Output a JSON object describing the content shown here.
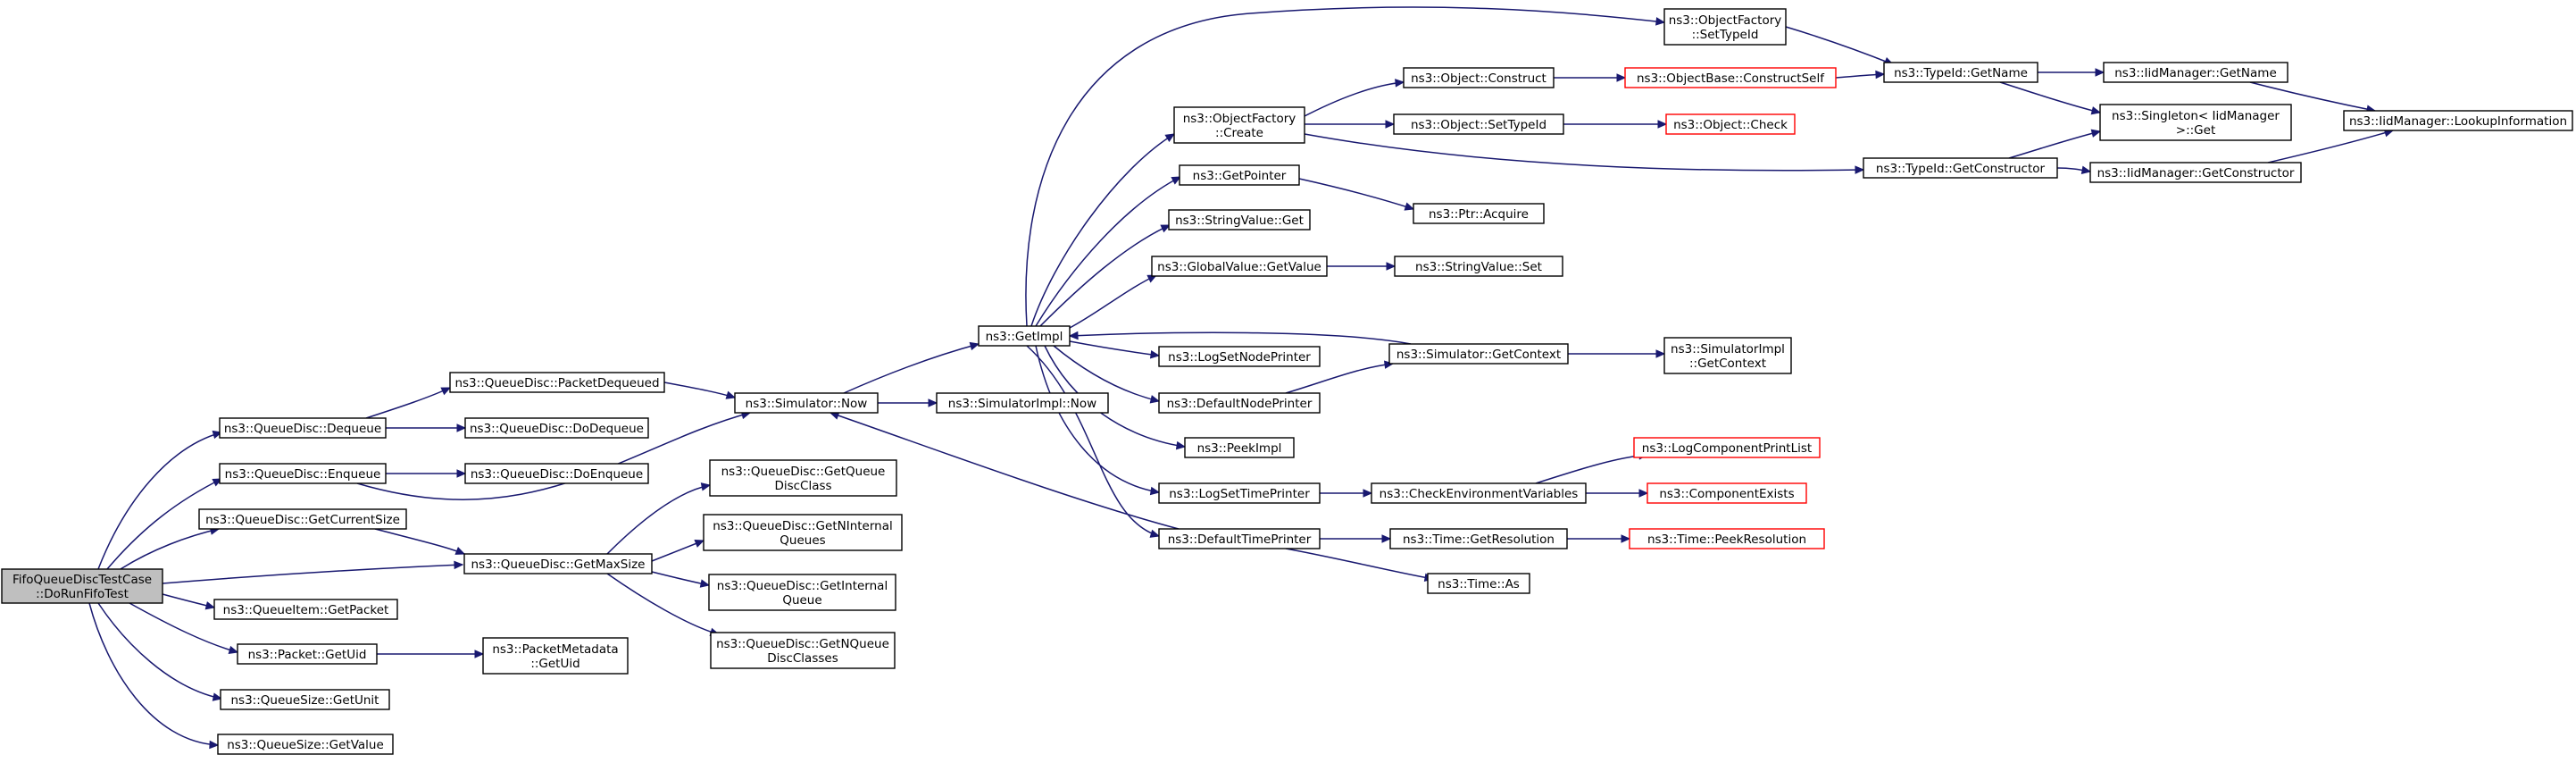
{
  "diagram": {
    "colors": {
      "edge": "#191970",
      "node_border": "#000000",
      "missing_border": "#ff0000",
      "root_fill": "#bfbfbf"
    },
    "nodes": {
      "root": {
        "lines": [
          "FifoQueueDiscTestCase",
          "::DoRunFifoTest"
        ]
      },
      "dequeue": {
        "lines": [
          "ns3::QueueDisc::Dequeue"
        ]
      },
      "enqueue": {
        "lines": [
          "ns3::QueueDisc::Enqueue"
        ]
      },
      "getcursize": {
        "lines": [
          "ns3::QueueDisc::GetCurrentSize"
        ]
      },
      "getmaxsize": {
        "lines": [
          "ns3::QueueDisc::GetMaxSize"
        ]
      },
      "qigetpacket": {
        "lines": [
          "ns3::QueueItem::GetPacket"
        ]
      },
      "pktgetuid": {
        "lines": [
          "ns3::Packet::GetUid"
        ]
      },
      "qsgetunit": {
        "lines": [
          "ns3::QueueSize::GetUnit"
        ]
      },
      "qsgetvalue": {
        "lines": [
          "ns3::QueueSize::GetValue"
        ]
      },
      "pktdequeued": {
        "lines": [
          "ns3::QueueDisc::PacketDequeued"
        ]
      },
      "dodequeue": {
        "lines": [
          "ns3::QueueDisc::DoDequeue"
        ]
      },
      "doenqueue": {
        "lines": [
          "ns3::QueueDisc::DoEnqueue"
        ]
      },
      "getqdclass": {
        "lines": [
          "ns3::QueueDisc::GetQueue",
          "DiscClass"
        ]
      },
      "getninternal": {
        "lines": [
          "ns3::QueueDisc::GetNInternal",
          "Queues"
        ]
      },
      "getinternal": {
        "lines": [
          "ns3::QueueDisc::GetInternal",
          "Queue"
        ]
      },
      "getnqdclasses": {
        "lines": [
          "ns3::QueueDisc::GetNQueue",
          "DiscClasses"
        ]
      },
      "pmgetuid": {
        "lines": [
          "ns3::PacketMetadata",
          "::GetUid"
        ]
      },
      "simnow": {
        "lines": [
          "ns3::Simulator::Now"
        ]
      },
      "simimplnow": {
        "lines": [
          "ns3::SimulatorImpl::Now"
        ]
      },
      "getimpl": {
        "lines": [
          "ns3::GetImpl"
        ]
      },
      "objfactset": {
        "lines": [
          "ns3::ObjectFactory",
          "::SetTypeId"
        ]
      },
      "objfactcreate": {
        "lines": [
          "ns3::ObjectFactory",
          "::Create"
        ]
      },
      "getpointer": {
        "lines": [
          "ns3::GetPointer"
        ]
      },
      "strvalget": {
        "lines": [
          "ns3::StringValue::Get"
        ]
      },
      "globalgetval": {
        "lines": [
          "ns3::GlobalValue::GetValue"
        ]
      },
      "logsetnode": {
        "lines": [
          "ns3::LogSetNodePrinter"
        ]
      },
      "defnodeprinter": {
        "lines": [
          "ns3::DefaultNodePrinter"
        ]
      },
      "peekimpl": {
        "lines": [
          "ns3::PeekImpl"
        ]
      },
      "logsettime": {
        "lines": [
          "ns3::LogSetTimePrinter"
        ]
      },
      "deftimeprinter": {
        "lines": [
          "ns3::DefaultTimePrinter"
        ]
      },
      "objconstruct": {
        "lines": [
          "ns3::Object::Construct"
        ]
      },
      "objsettypeid": {
        "lines": [
          "ns3::Object::SetTypeId"
        ]
      },
      "ptracquire": {
        "lines": [
          "ns3::Ptr::Acquire"
        ]
      },
      "strvalset": {
        "lines": [
          "ns3::StringValue::Set"
        ]
      },
      "simgetctx": {
        "lines": [
          "ns3::Simulator::GetContext"
        ]
      },
      "checkenv": {
        "lines": [
          "ns3::CheckEnvironmentVariables"
        ]
      },
      "timegetres": {
        "lines": [
          "ns3::Time::GetResolution"
        ]
      },
      "timeas": {
        "lines": [
          "ns3::Time::As"
        ]
      },
      "objbaseconstruct": {
        "lines": [
          "ns3::ObjectBase::ConstructSelf"
        ]
      },
      "objcheck": {
        "lines": [
          "ns3::Object::Check"
        ]
      },
      "simimplgetctx": {
        "lines": [
          "ns3::SimulatorImpl",
          "::GetContext"
        ]
      },
      "logcompprint": {
        "lines": [
          "ns3::LogComponentPrintList"
        ]
      },
      "compexists": {
        "lines": [
          "ns3::ComponentExists"
        ]
      },
      "timepeekres": {
        "lines": [
          "ns3::Time::PeekResolution"
        ]
      },
      "typeidgetname": {
        "lines": [
          "ns3::TypeId::GetName"
        ]
      },
      "typeidgetctor": {
        "lines": [
          "ns3::TypeId::GetConstructor"
        ]
      },
      "iidgetname": {
        "lines": [
          "ns3::IidManager::GetName"
        ]
      },
      "singletonget": {
        "lines": [
          "ns3::Singleton< IidManager",
          " >::Get"
        ]
      },
      "iidgetctor": {
        "lines": [
          "ns3::IidManager::GetConstructor"
        ]
      },
      "iidlookup": {
        "lines": [
          "ns3::IidManager::LookupInformation"
        ]
      }
    }
  }
}
